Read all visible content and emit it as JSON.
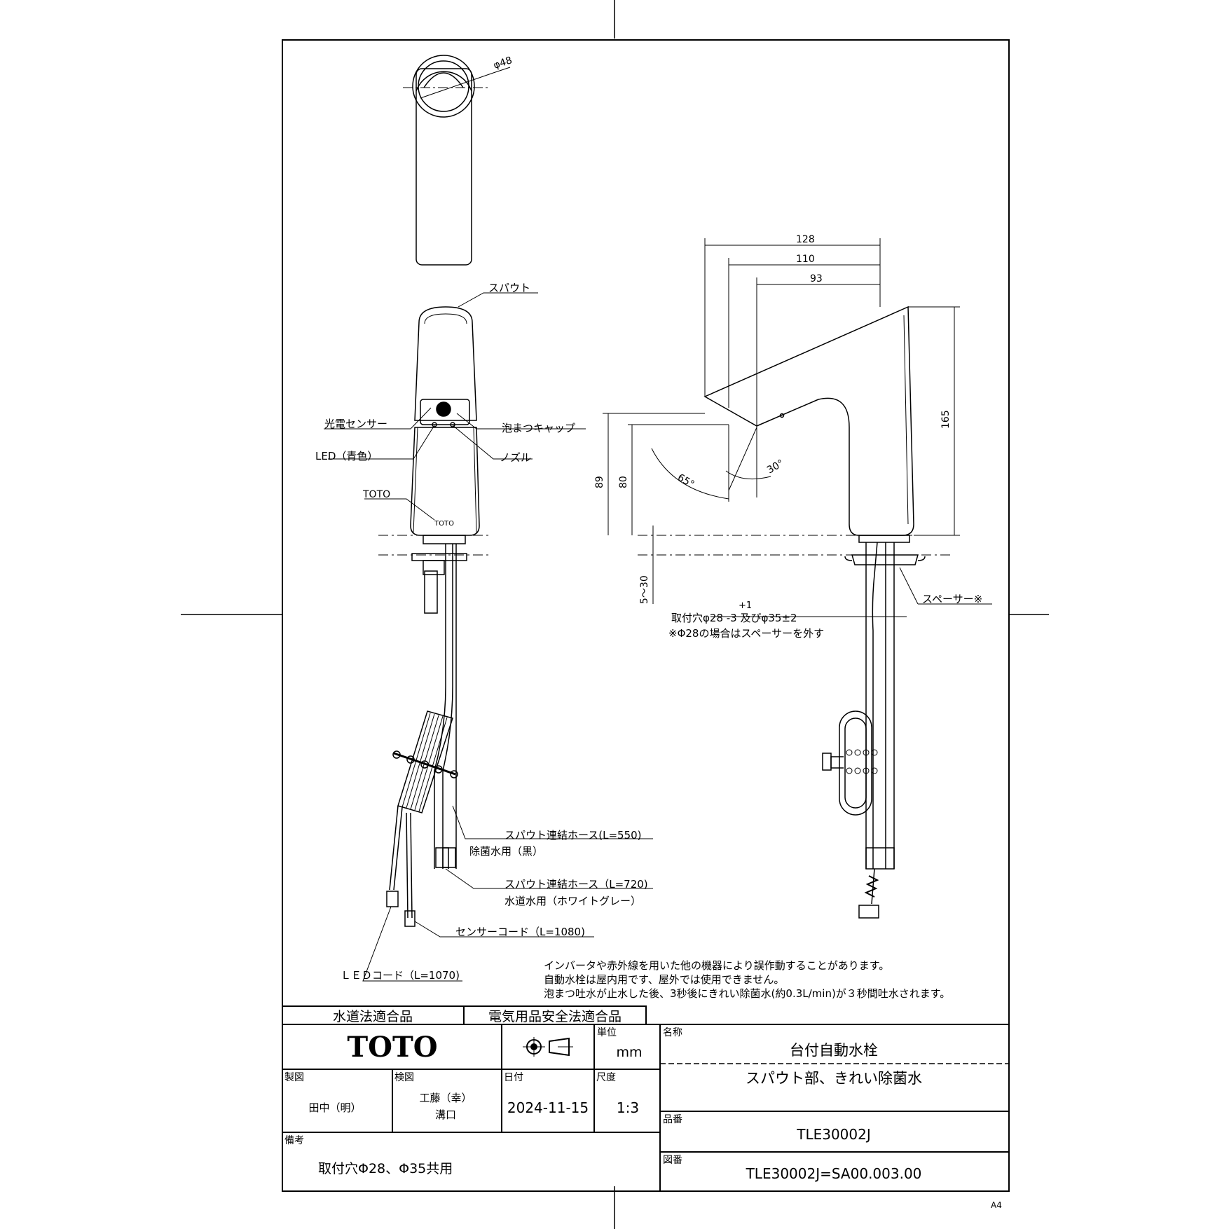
{
  "drawing": {
    "top_view": {
      "diameter": "φ48"
    },
    "front_view": {
      "labels": {
        "spout": "スパウト",
        "sensor": "光電センサー",
        "aerator_cap": "泡まつキャップ",
        "led": "LED（青色）",
        "nozzle": "ノズル",
        "brand_mark": "TOTO",
        "hose_550": "スパウト連結ホース(L=550)",
        "hose_550_use": "除菌水用（黒）",
        "hose_720": "スパウト連結ホース（L=720)",
        "hose_720_use": "水道水用（ホワイトグレー）",
        "sensor_cord": "センサーコード（L=1080)",
        "led_cord": "ＬＥＤコード（L=1070)"
      }
    },
    "side_view": {
      "dims": {
        "d128": "128",
        "d110": "110",
        "d93": "93",
        "d165": "165",
        "d89": "89",
        "d80": "80",
        "a65": "65°",
        "a30": "30°",
        "d5_30": "5～30"
      },
      "spacer": "スペーサー※",
      "hole_tol": "+1",
      "hole": "取付穴φ28 -3 及びφ35±2",
      "hole_note": "※Φ28の場合はスペーサーを外す"
    },
    "notes": [
      "インバータや赤外線を用いた他の機器により誤作動することがあります。",
      "自動水栓は屋内用です、屋外では使用できません。",
      "泡まつ吐水が止水した後、3秒後にきれい除菌水(約0.3L/min)が３秒間吐水されます。"
    ]
  },
  "title_block": {
    "cert_water": "水道法適合品",
    "cert_electric": "電気用品安全法適合品",
    "logo": "TOTO",
    "unit_label": "単位",
    "unit": "mm",
    "name_label": "名称",
    "name": "台付自動水栓",
    "subname": "スパウト部、きれい除菌水",
    "drawn_label": "製図",
    "drawn": "田中（明）",
    "checked_label": "検図",
    "checked1": "工藤（幸）",
    "checked2": "溝口",
    "date_label": "日付",
    "date": "2024-11-15",
    "scale_label": "尺度",
    "scale": "1:3",
    "part_label": "品番",
    "part": "TLE30002J",
    "drawing_no_label": "図番",
    "drawing_no": "TLE30002J=SA00.003.00",
    "remarks_label": "備考",
    "remarks": "取付穴Φ28、Φ35共用"
  },
  "sheet_size": "A4"
}
